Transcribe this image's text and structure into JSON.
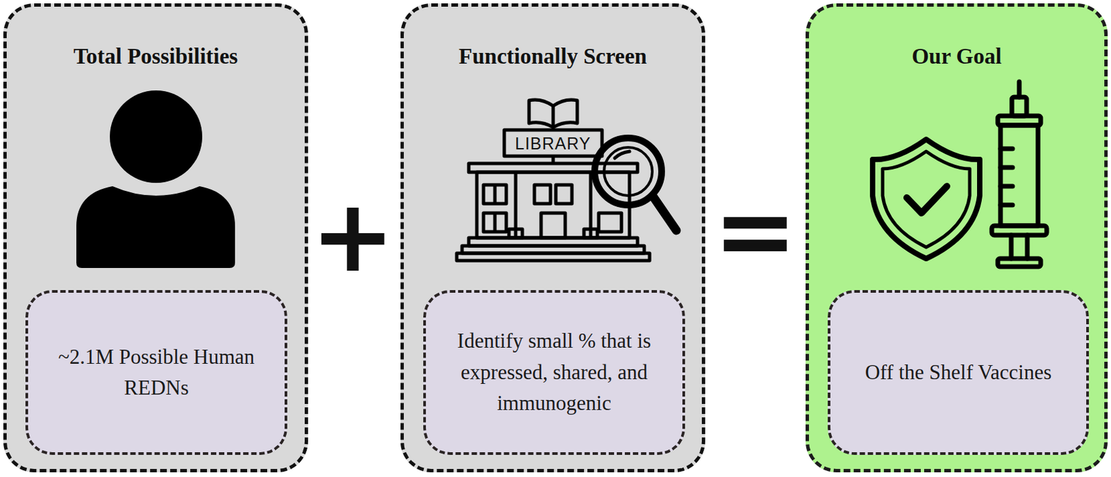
{
  "diagram": {
    "nodes": [
      {
        "text": [
          "Total Possibilities"
        ]
      },
      {
        "text": [
          "~2.1M Possible Human REDNs"
        ],
        "in": 0
      },
      {
        "text": [
          "Functionally Screen"
        ]
      },
      {
        "text": [
          "Identify small % that is expressed, shared, and immunogenic"
        ],
        "in": 2
      },
      {
        "text": [
          "Our Goal"
        ]
      },
      {
        "text": [
          "Off the Shelf Vaccines"
        ],
        "in": 4
      }
    ],
    "labels": [
      "LIBRARY",
      "+",
      "="
    ]
  }
}
